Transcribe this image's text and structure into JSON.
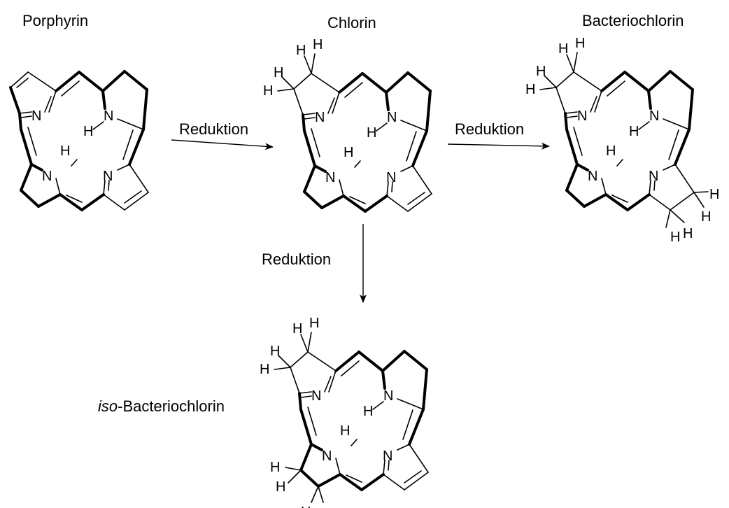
{
  "title_porphyrin": "Porphyrin",
  "title_chlorin": "Chlorin",
  "title_bacteriochlorin": "Bacteriochlorin",
  "title_iso_prefix": "iso",
  "title_iso_rest": "-Bacteriochlorin",
  "arrow_label": "Reduktion",
  "atom_N": "N",
  "atom_H": "H",
  "colors": {
    "ink": "#000000",
    "background": "#ffffff"
  }
}
